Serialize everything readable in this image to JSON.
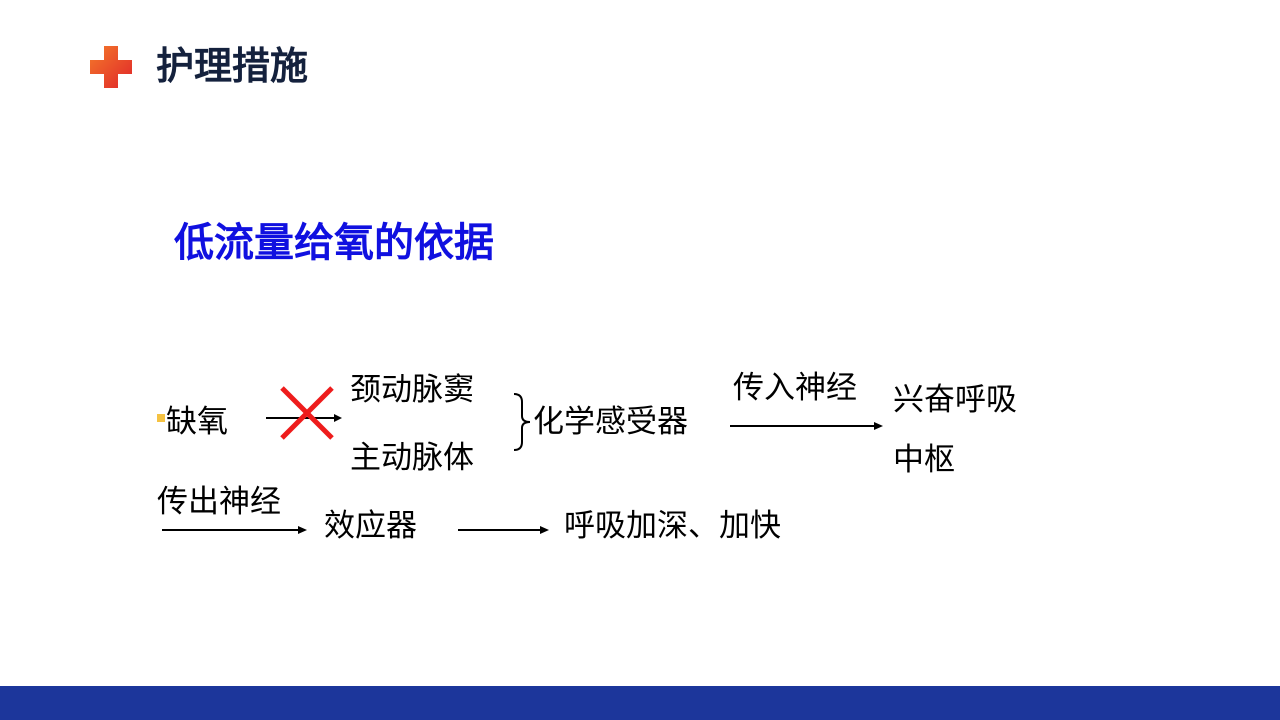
{
  "header": {
    "icon": "medical-cross-icon",
    "title": "护理措施",
    "icon_colors": [
      "#f4622a",
      "#e8322a"
    ]
  },
  "slide": {
    "subtitle": "低流量给氧的依据",
    "subtitle_color": "#1010e0"
  },
  "diagram": {
    "start": "缺氧",
    "blocked_arrow_marker": "red-x-icon",
    "receptor_1": "颈动脉窦",
    "receptor_2": "主动脉体",
    "receptor_group": "化学感受器",
    "afferent_label": "传入神经",
    "center_line1": "兴奋呼吸",
    "center_line2": "中枢",
    "efferent_label": "传出神经",
    "effector": "效应器",
    "result": "呼吸加深、加快"
  },
  "footer": {
    "band_color": "#1c369b"
  }
}
